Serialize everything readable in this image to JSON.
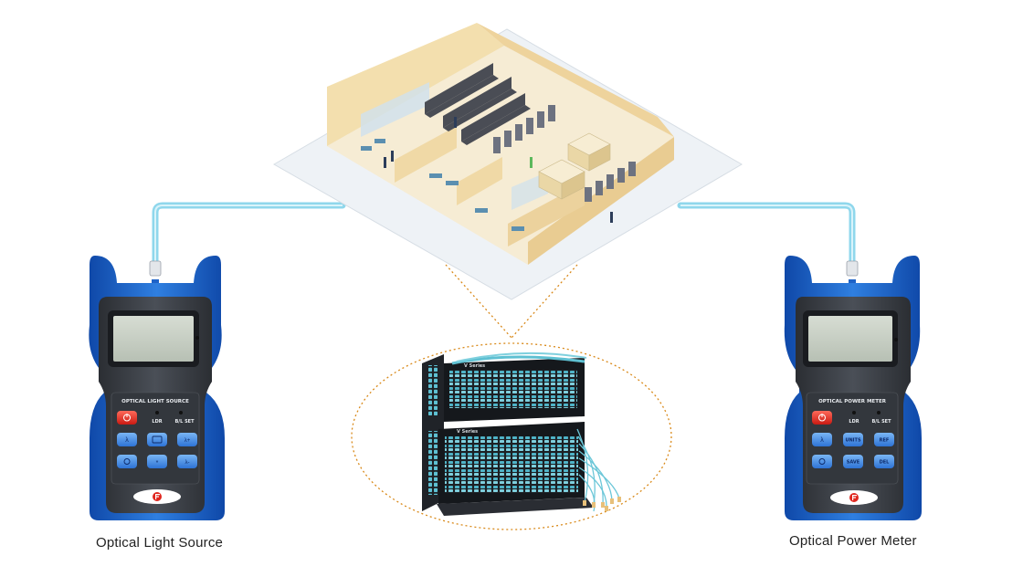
{
  "colors": {
    "fiber": "#8fd7ec",
    "device_blue": "#1e63c8",
    "device_dark": "#3d4148",
    "screen": "#c8d0c4",
    "power_red": "#e0261e",
    "floor": "#f3e6c6",
    "wall": "#efd9a8",
    "dotted": "#d98a1b"
  },
  "devices": {
    "left": {
      "panel_title": "OPTICAL LIGHT SOURCE",
      "ldr": "LDR",
      "bl_set": "B/L SET",
      "caption": "Optical Light Source",
      "icons": [
        "power-icon",
        "lambda-icon",
        "hold-icon",
        "lambda-plus-icon",
        "display-icon",
        "star-icon",
        "lambda-minus-icon"
      ]
    },
    "right": {
      "panel_title": "OPTICAL POWER METER",
      "ldr": "LDR",
      "bl_set": "B/L SET",
      "caption": "Optical Power Meter",
      "buttons": {
        "units": "UNITS",
        "ref": "REF",
        "save": "SAVE",
        "del": "DEL"
      }
    }
  },
  "panel": {
    "series_top": "V Series",
    "series_bottom": "V Series"
  }
}
